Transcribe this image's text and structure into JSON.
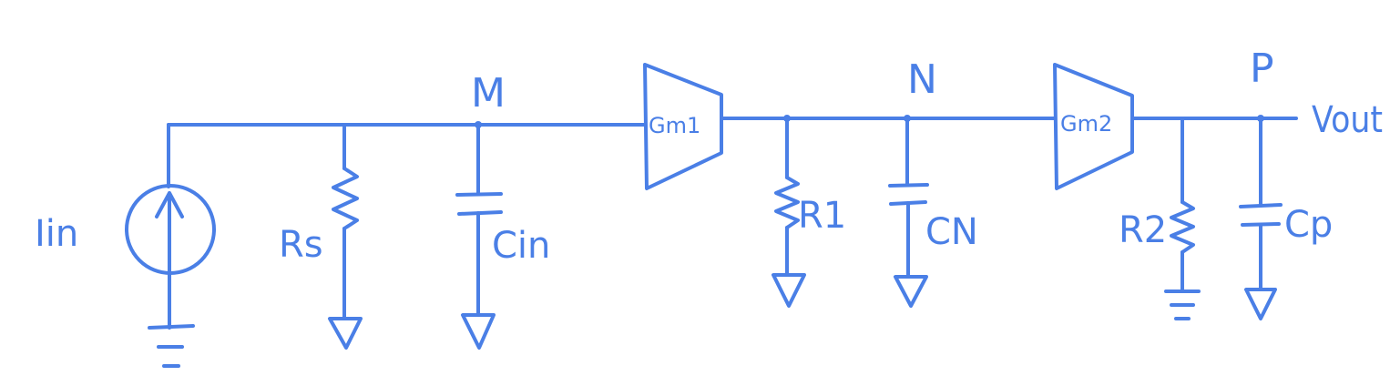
{
  "colors": {
    "ink": "#4a7fe6",
    "background": "#ffffff"
  },
  "labels": {
    "current_source": "Iin",
    "source_resistor": "Rs",
    "input_capacitor": "Cin",
    "amp1": "Gm1",
    "resistor1": "R1",
    "capacitor_n": "CN",
    "amp2": "Gm2",
    "resistor2": "R2",
    "capacitor_p": "Cp",
    "output": "Vout"
  },
  "nodes": {
    "m": "M",
    "n": "N",
    "p": "P"
  }
}
